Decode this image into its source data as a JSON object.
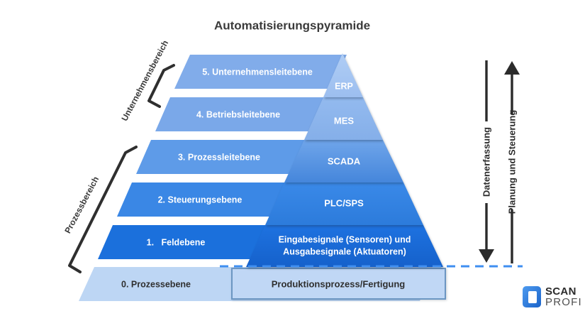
{
  "title": "Automatisierungspyramide",
  "side_labels": {
    "unternehmensbereich": "Unternehmensbereich",
    "prozessbereich": "Prozessbereich"
  },
  "levels": [
    {
      "id": 5,
      "band": "5. Unternehmensleitebene",
      "system": "ERP"
    },
    {
      "id": 4,
      "band": "4. Betriebsleitebene",
      "system": "MES"
    },
    {
      "id": 3,
      "band": "3. Prozessleitebene",
      "system": "SCADA"
    },
    {
      "id": 2,
      "band": "2. Steuerungsebene",
      "system": "PLC/SPS"
    },
    {
      "id": 1,
      "band": "1.   Feldebene",
      "system_line1": "Eingabesignale (Sensoren) und",
      "system_line2": "Ausgabesignale (Aktuatoren)"
    },
    {
      "id": 0,
      "band": "0. Prozessebene",
      "system": "Produktionsprozess/Fertigung"
    }
  ],
  "flows": {
    "data_acquisition": "Datenerfassung",
    "planning_control": "Planung und Steuerung"
  },
  "logo": {
    "line1": "SCAN",
    "line2": "PROFI"
  },
  "colors": {
    "band_5": "#81ACEA",
    "band_4": "#7AA8E9",
    "band_3": "#5E9BE8",
    "band_2": "#3A87E5",
    "band_1": "#1B70DC",
    "band_0": "#BDD6F4",
    "erp": "#A9C9F2",
    "mes": "#8FB7EE",
    "scada": "#5E9AE6",
    "plc_sps": "#3484E4",
    "field_io": "#1C6FDD",
    "process_box_fill": "#C0D7F5",
    "process_box_border": "#6C96C2",
    "dashed_line": "#3F8FF0",
    "arrow": "#2B2B2B",
    "text_dark": "#3A3A3A",
    "text_light": "#FFFFFF"
  }
}
